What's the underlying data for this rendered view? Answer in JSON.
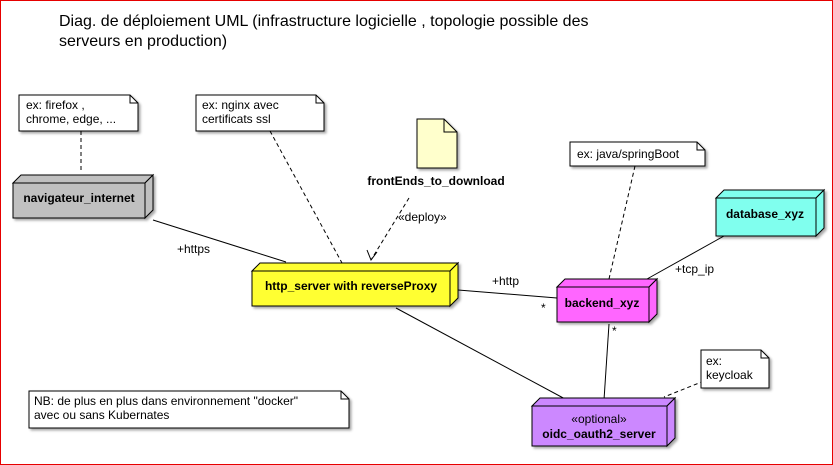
{
  "diagram": {
    "title_line1": "Diag. de déploiement UML (infrastructure logicielle , topologie possible des",
    "title_line2": "serveurs en production)",
    "colors": {
      "border": "#e60000",
      "navigateur": "#c0c0c0",
      "http_server": "#ffff33",
      "backend": "#ff66ff",
      "database": "#80ffee",
      "oidc": "#cc88ff",
      "artifact": "#ffffcc"
    },
    "nodes": {
      "navigateur": "navigateur_internet",
      "http_server": "http_server with reverseProxy",
      "backend": "backend_xyz",
      "database": "database_xyz",
      "oidc_stereotype": "«optional»",
      "oidc": "oidc_oauth2_server"
    },
    "artifact": "frontEnds_to_download",
    "notes": {
      "browsers": [
        "ex: firefox ,",
        "chrome, edge, ..."
      ],
      "nginx": [
        "ex: nginx avec",
        "certificats ssl"
      ],
      "java": [
        "ex: java/springBoot"
      ],
      "keycloak": [
        "ex:",
        "keycloak"
      ],
      "nb": [
        "NB: de plus en plus dans  environnement \"docker\"",
        "avec ou sans Kubernates"
      ]
    },
    "labels": {
      "https": "+https",
      "http": "+http",
      "star_backend": "*",
      "tcp_ip": "+tcp_ip",
      "star_oidc": "*",
      "deploy": "«deploy»"
    }
  }
}
